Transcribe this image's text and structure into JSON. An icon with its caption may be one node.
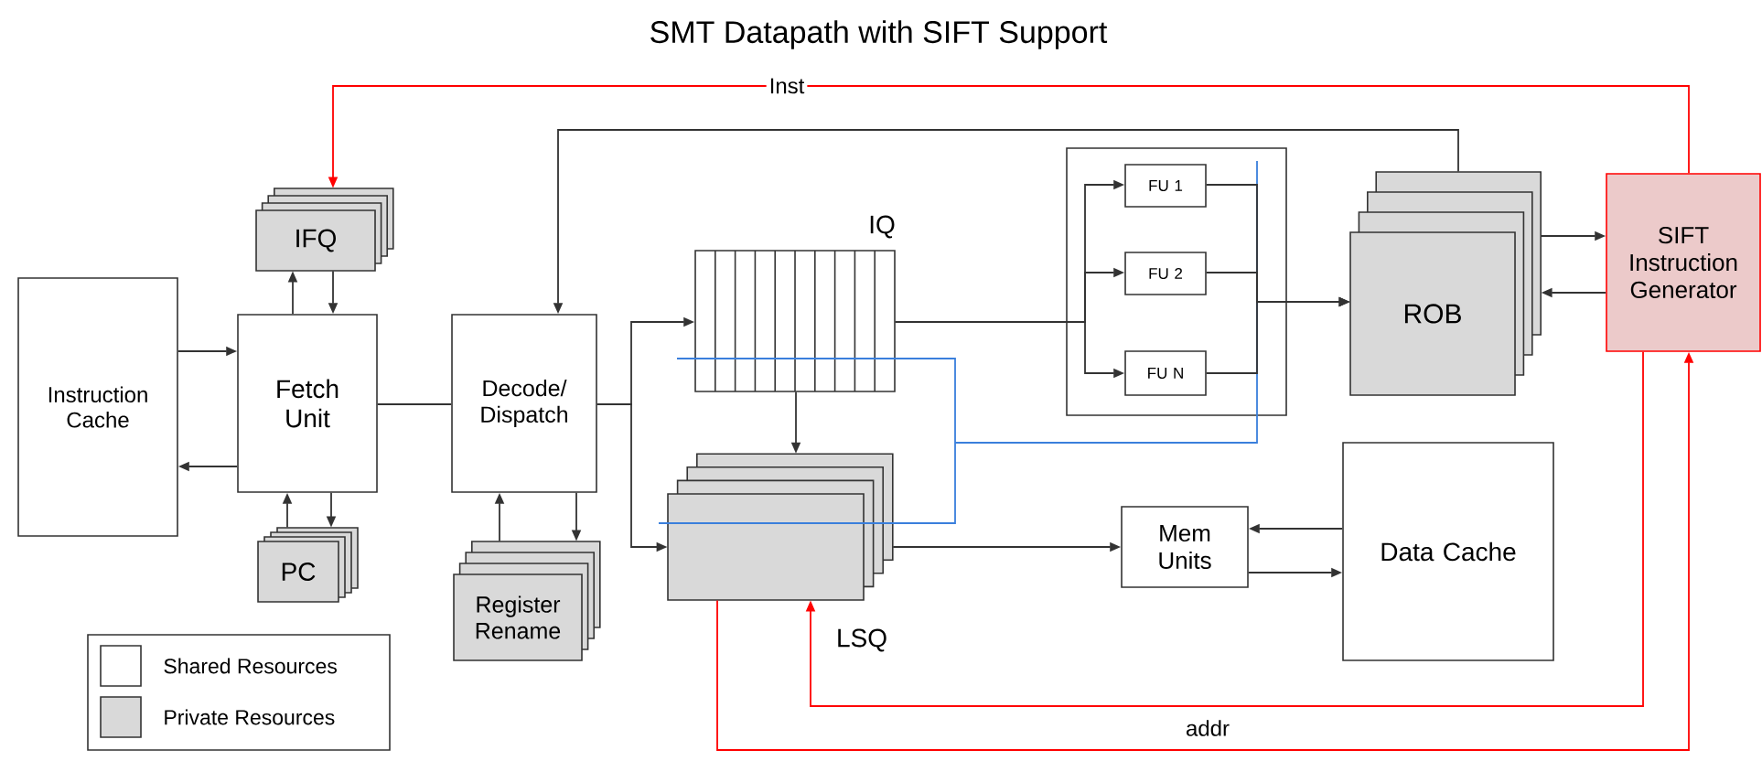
{
  "diagram": {
    "title": "SMT Datapath with SIFT Support",
    "nodes": [
      {
        "text": [
          "Instruction Cache"
        ]
      },
      {
        "text": [
          "Fetch Unit"
        ]
      },
      {
        "text": [
          "IFQ"
        ]
      },
      {
        "text": [
          "PC"
        ]
      },
      {
        "text": [
          "Decode/ Dispatch"
        ]
      },
      {
        "text": [
          "Register Rename"
        ]
      },
      {
        "text": [
          "IQ"
        ]
      },
      {
        "text": [
          "LSQ"
        ]
      },
      {
        "text": [],
        "shape": "box"
      },
      {
        "text": [
          "FU 1"
        ],
        "in": 8
      },
      {
        "text": [
          "FU 2"
        ],
        "in": 8
      },
      {
        "text": [
          "FU N"
        ],
        "in": 8
      },
      {
        "text": [
          "ROB"
        ]
      },
      {
        "text": [
          "SIFT Instruction Generator"
        ]
      },
      {
        "text": [
          "Mem Units"
        ]
      },
      {
        "text": [
          "Data Cache"
        ]
      }
    ],
    "edges": [
      {
        "from": 0,
        "to": 1,
        "arrow": "to"
      },
      {
        "from": 1,
        "to": 0,
        "arrow": "to"
      },
      {
        "from": 1,
        "to": 2,
        "arrow": "to"
      },
      {
        "from": 2,
        "to": 1,
        "arrow": "to"
      },
      {
        "from": 3,
        "to": 1,
        "arrow": "to"
      },
      {
        "from": 1,
        "to": 3,
        "arrow": "to"
      },
      {
        "from": 1,
        "to": 4,
        "arrow": "none"
      },
      {
        "from": 4,
        "to": 6,
        "arrow": "to"
      },
      {
        "from": 4,
        "to": 7,
        "arrow": "to"
      },
      {
        "from": 5,
        "to": 4,
        "arrow": "to"
      },
      {
        "from": 4,
        "to": 5,
        "arrow": "to"
      },
      {
        "from": 12,
        "to": 4,
        "arrow": "to"
      },
      {
        "from": 6,
        "to": 9,
        "arrow": "to"
      },
      {
        "from": 6,
        "to": 10,
        "arrow": "to"
      },
      {
        "from": 6,
        "to": 11,
        "arrow": "to"
      },
      {
        "from": 9,
        "to": 12,
        "arrow": "to"
      },
      {
        "from": 10,
        "to": 12,
        "arrow": "to"
      },
      {
        "from": 11,
        "to": 12,
        "arrow": "to"
      },
      {
        "from": 6,
        "to": 7,
        "arrow": "to"
      },
      {
        "from": 7,
        "to": 14,
        "arrow": "to"
      },
      {
        "from": 15,
        "to": 14,
        "arrow": "to"
      },
      {
        "from": 14,
        "to": 15,
        "arrow": "to"
      },
      {
        "from": 12,
        "to": 13,
        "arrow": "to"
      },
      {
        "from": 13,
        "to": 12,
        "arrow": "to"
      },
      {
        "from": 13,
        "to": 2,
        "arrow": "to",
        "label": "Inst",
        "color": "#ff0000"
      },
      {
        "from": 13,
        "to": 7,
        "arrow": "to",
        "label": "addr",
        "color": "#ff0000"
      },
      {
        "from": 7,
        "to": 13,
        "arrow": "to",
        "color": "#ff0000"
      }
    ],
    "legend": [
      {
        "text": "Shared Resources"
      },
      {
        "text": "Private Resources",
        "color": "#d9d9d9"
      }
    ]
  }
}
